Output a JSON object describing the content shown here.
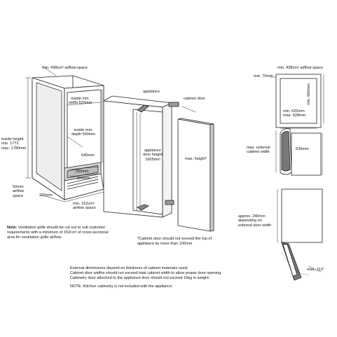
{
  "labels": {
    "top_airflow": "min. 438cm² airflow space",
    "inside_width": "inside min.\nwidth 525mm",
    "inside_depth": "inside min.\ndepth 590mm",
    "d640": "640mm",
    "inside_height": "inside height\nmin. 1772\nmax. 1780mm",
    "d200": "200mm",
    "d300": "300mm",
    "airflow50": "50mm\nairflow\nspace",
    "d223": "223mm",
    "airflow152": "min. 152cm²\nairflow space",
    "appliance": "appliance",
    "cabinet_door": "cabinet door",
    "appliance_height": "appliance\ndoor height\n1665mm",
    "max_height": "max. height*",
    "right_top_airflow": "min. 438cm² airflow space",
    "min70": "min. 70mm",
    "v600": "min. 600mm",
    "width_range": "min. 625mm\nmax. 628mm",
    "ext_width": "max. external\ncabinet width",
    "d639": "639mm",
    "approx240": "approx. 240mm\ndepending on\nexternal door width",
    "max113": "max. 113°"
  },
  "notes": {
    "ventilation_bold": "Note:",
    "ventilation": " Ventilation grille should be cut out to suit customer requirements with a minimum of 152cm² of cross-sectional area for ventilation grille airflow.",
    "cabinet_door_note": "*Cabinet door should not exceed the top of appliance by more than 100mm",
    "external1": "External dimensions depend on thickness of cabinet materials used.",
    "external2": "Cabinet door widths should not exceed total cabinet width to allow proper door opening.",
    "external3": "Cabinetry door attached to the appliance door should not exceed 15kg in weight.",
    "kitchen": "NOTE: Kitchen cabinetry is not included with the appliance."
  }
}
